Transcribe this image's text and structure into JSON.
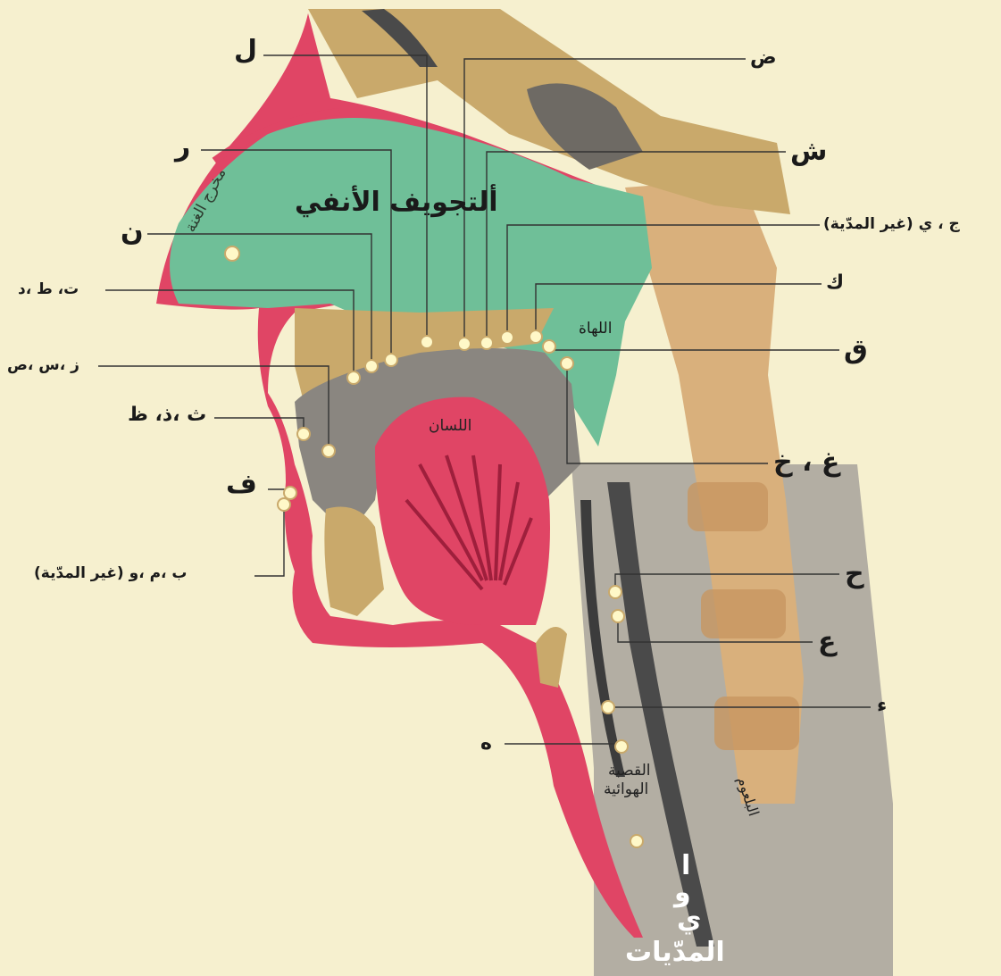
{
  "diagram": {
    "region_labels": {
      "nasal_cavity": "ألتجويف الأنفي",
      "nasal_exit": "مخرج الغنة",
      "uvula": "اللهاة",
      "tongue": "اللسان",
      "trachea_1": "القصبة",
      "trachea_2": "الهوائية",
      "pharynx": "البلعوم",
      "vowels_alif": "ا",
      "vowels_waw": "و",
      "vowels_ya": "ي",
      "vowels_title": "المدّيات"
    },
    "articulation_labels": [
      {
        "id": "lam",
        "text": "ل"
      },
      {
        "id": "dad",
        "text": "ض"
      },
      {
        "id": "ra",
        "text": "ر"
      },
      {
        "id": "shin",
        "text": "ش"
      },
      {
        "id": "jim_ya",
        "text": "ج ، ي (غير المدّية)"
      },
      {
        "id": "nun",
        "text": "ن"
      },
      {
        "id": "kaf",
        "text": "ك"
      },
      {
        "id": "ta_tta_dal",
        "text": "ت، ط ،د"
      },
      {
        "id": "qaf",
        "text": "ق"
      },
      {
        "id": "zay_sin_sad",
        "text": "ز ،س ،ص"
      },
      {
        "id": "tha_dhal_zza",
        "text": "ث ،ذ، ظ"
      },
      {
        "id": "ghayn_kha",
        "text": "غ ، خ"
      },
      {
        "id": "fa",
        "text": "ف"
      },
      {
        "id": "ba_mim_waw",
        "text": "ب ،م ،و (غير المدّية)"
      },
      {
        "id": "ha_pharyngeal",
        "text": "ح"
      },
      {
        "id": "ayn",
        "text": "ع"
      },
      {
        "id": "hamza",
        "text": "ء"
      },
      {
        "id": "ha_glottal",
        "text": "ه"
      }
    ]
  }
}
